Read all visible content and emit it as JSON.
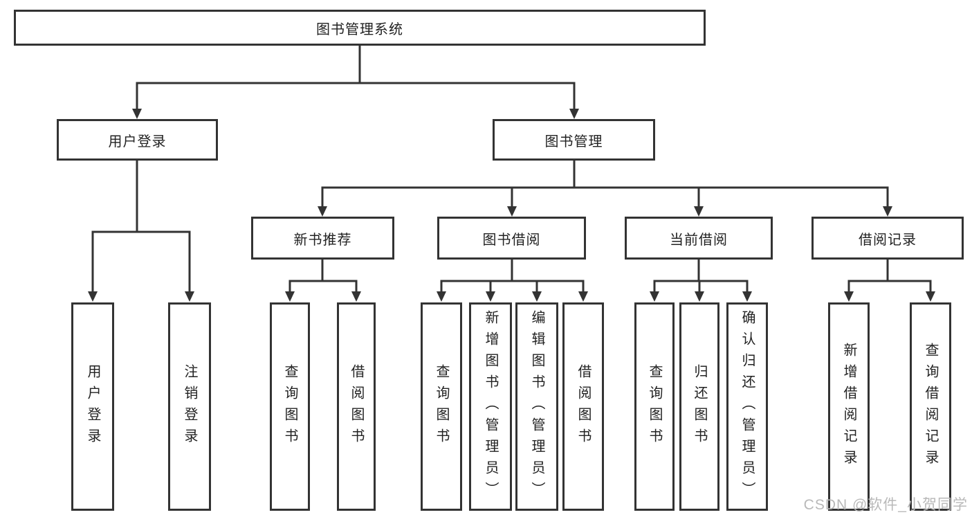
{
  "diagram": {
    "type": "hierarchy-diagram",
    "root": {
      "label": "图书管理系统",
      "children": [
        {
          "label": "用户登录",
          "children": [
            {
              "label": "用户登录"
            },
            {
              "label": "注销登录"
            }
          ]
        },
        {
          "label": "图书管理",
          "children": [
            {
              "label": "新书推荐",
              "children": [
                {
                  "label": "查询图书"
                },
                {
                  "label": "借阅图书"
                }
              ]
            },
            {
              "label": "图书借阅",
              "children": [
                {
                  "label": "查询图书"
                },
                {
                  "label": "新增图书（管理员）"
                },
                {
                  "label": "编辑图书（管理员）"
                },
                {
                  "label": "借阅图书"
                }
              ]
            },
            {
              "label": "当前借阅",
              "children": [
                {
                  "label": "查询图书"
                },
                {
                  "label": "归还图书"
                },
                {
                  "label": "确认归还（管理员）"
                }
              ]
            },
            {
              "label": "借阅记录",
              "children": [
                {
                  "label": "新增借阅记录"
                },
                {
                  "label": "查询借阅记录"
                }
              ]
            }
          ]
        }
      ]
    },
    "watermark": "CSDN @软件_小贺同学",
    "colors": {
      "line": "#333333",
      "text": "#222222",
      "watermark": "#b9b9b9",
      "background": "#ffffff"
    }
  }
}
